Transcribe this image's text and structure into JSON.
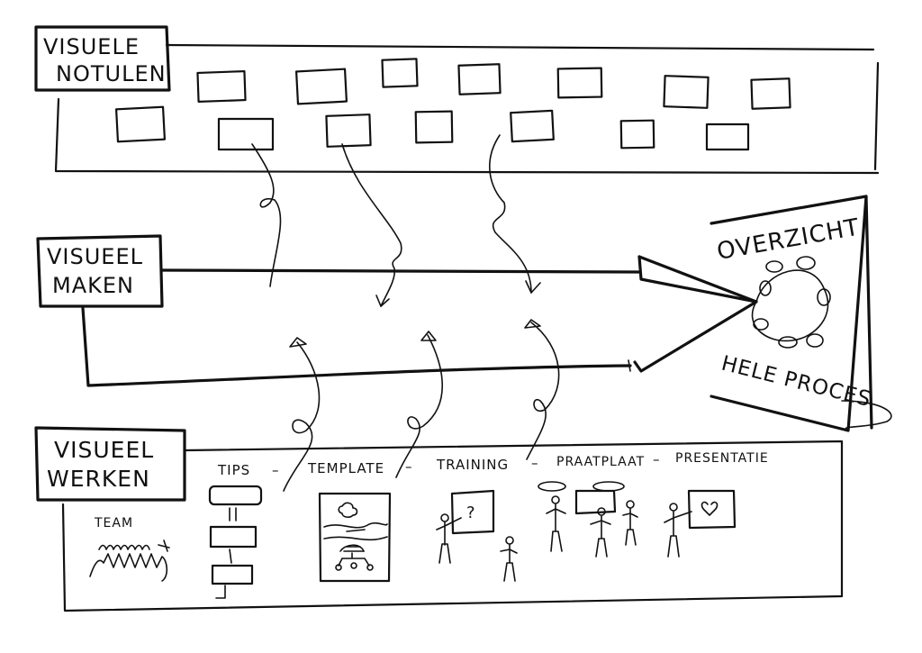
{
  "sections": {
    "notulen": {
      "line1": "VISUELE",
      "line2": "NOTULEN"
    },
    "maken": {
      "line1": "VISUEEL",
      "line2": "MAKEN"
    },
    "werken": {
      "line1": "VISUEEL",
      "line2": "WERKEN"
    }
  },
  "overview": {
    "top": "OVERZICHT",
    "bottom": "HELE PROCES"
  },
  "werken_items": {
    "tips": "TIPS",
    "template": "TEMPLATE",
    "training": "TRAINING",
    "praatplaat": "PRAATPLAAT",
    "presentatie": "PRESENTATIE",
    "separator": "–",
    "team": "TEAM",
    "question_mark": "?"
  },
  "colors": {
    "ink": "#111111",
    "paper": "#ffffff"
  }
}
